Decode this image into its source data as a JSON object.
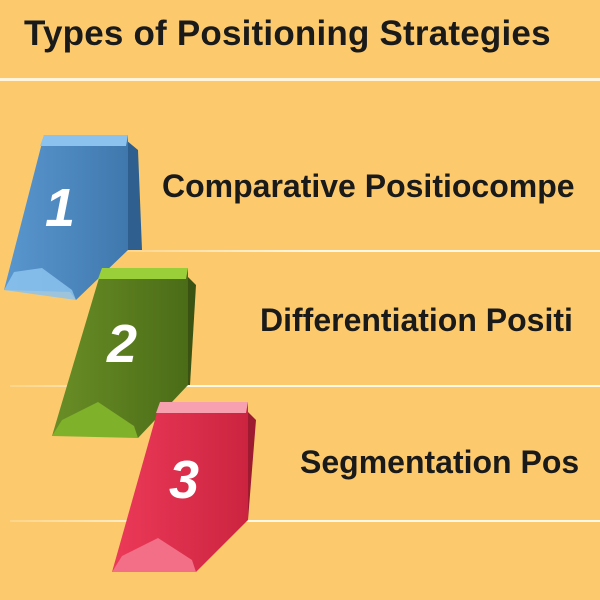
{
  "title": "Types of Positioning Strategies",
  "items": [
    {
      "number": "1",
      "label": "Comparative Positiocompe",
      "color": "#4a87bf"
    },
    {
      "number": "2",
      "label": "Differentiation Positi",
      "color": "#567a1e"
    },
    {
      "number": "3",
      "label": "Segmentation Pos",
      "color": "#e02c4c"
    }
  ],
  "colors": {
    "background": "#fcca6c",
    "rule": "#fff4dc",
    "text": "#1a1a1a"
  }
}
